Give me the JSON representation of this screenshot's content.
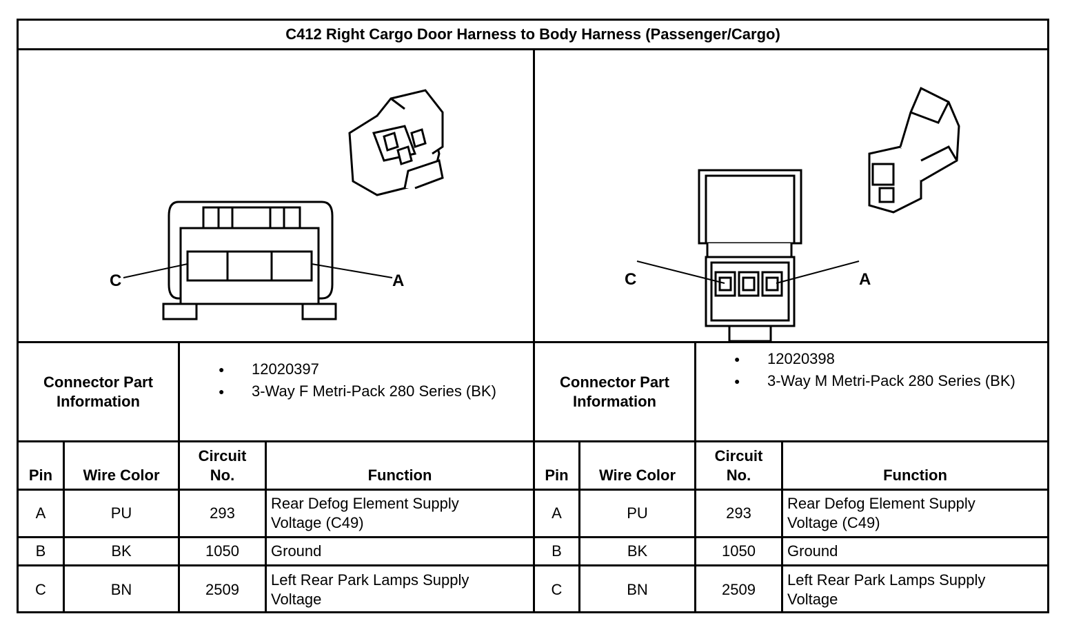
{
  "title": "C412 Right Cargo Door Harness to Body Harness (Passenger/Cargo)",
  "left": {
    "labels": {
      "c": "C",
      "a": "A"
    },
    "part_info_label": "Connector Part Information",
    "part_info": [
      "12020397",
      "3-Way F Metri-Pack 280 Series (BK)"
    ]
  },
  "right": {
    "labels": {
      "c": "C",
      "a": "A"
    },
    "part_info_label": "Connector Part Information",
    "part_info": [
      "12020398",
      "3-Way M Metri-Pack 280 Series (BK)"
    ]
  },
  "table": {
    "headers": {
      "pin": "Pin",
      "wire_color": "Wire Color",
      "circuit_no": "Circuit No.",
      "function": "Function"
    },
    "rows": [
      {
        "pin": "A",
        "wire_color": "PU",
        "circuit": "293",
        "function": "Rear Defog Element Supply Voltage (C49)"
      },
      {
        "pin": "B",
        "wire_color": "BK",
        "circuit": "1050",
        "function": "Ground"
      },
      {
        "pin": "C",
        "wire_color": "BN",
        "circuit": "2509",
        "function": "Left Rear Park Lamps Supply Voltage"
      }
    ]
  }
}
